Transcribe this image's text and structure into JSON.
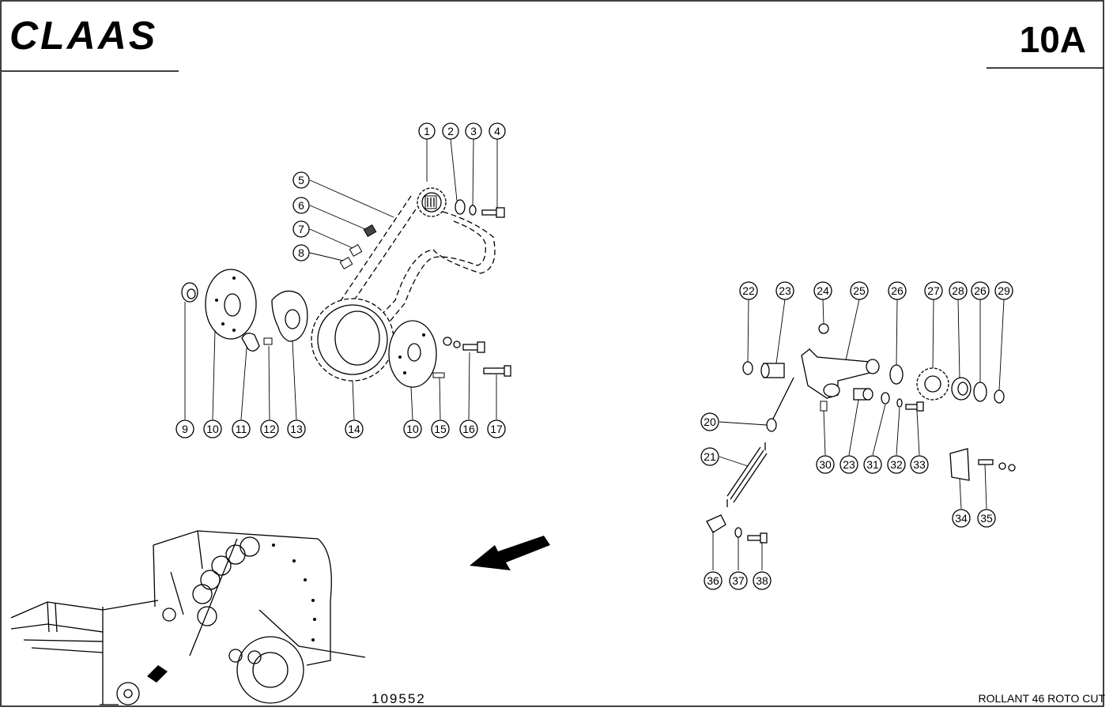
{
  "header": {
    "logo_text": "CLAAS",
    "page_number": "10A"
  },
  "footer": {
    "drawing_number": "109552",
    "model_name": "ROLLANT 46 ROTO CUT"
  },
  "callouts": {
    "c1": "1",
    "c2": "2",
    "c3": "3",
    "c4": "4",
    "c5": "5",
    "c6": "6",
    "c7": "7",
    "c8": "8",
    "c9": "9",
    "c10a": "10",
    "c11": "11",
    "c12": "12",
    "c13": "13",
    "c14": "14",
    "c10b": "10",
    "c15": "15",
    "c16": "16",
    "c17": "17",
    "c22": "22",
    "c23a": "23",
    "c24": "24",
    "c25": "25",
    "c26a": "26",
    "c27": "27",
    "c28": "28",
    "c26b": "26",
    "c29": "29",
    "c20": "20",
    "c21": "21",
    "c30": "30",
    "c23b": "23",
    "c31": "31",
    "c32": "32",
    "c33": "33",
    "c34": "34",
    "c35": "35",
    "c36": "36",
    "c37": "37",
    "c38": "38"
  }
}
